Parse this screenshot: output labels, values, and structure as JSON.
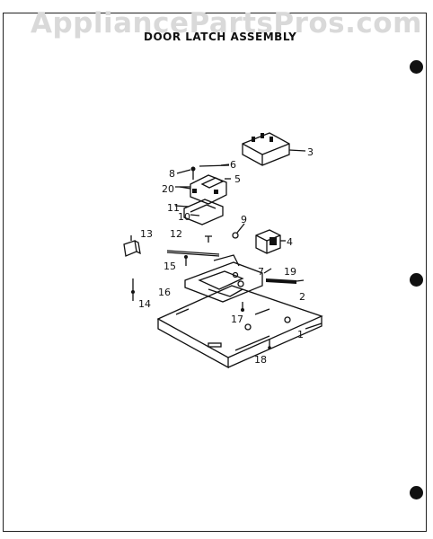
{
  "watermark": "AppliancePartsPros.com",
  "title": "DOOR LATCH ASSEMBLY",
  "callouts": [
    {
      "id": "c1",
      "text": "1"
    },
    {
      "id": "c2",
      "text": "2"
    },
    {
      "id": "c3",
      "text": "3"
    },
    {
      "id": "c4",
      "text": "4"
    },
    {
      "id": "c5",
      "text": "5"
    },
    {
      "id": "c6",
      "text": "6"
    },
    {
      "id": "c7",
      "text": "7"
    },
    {
      "id": "c8",
      "text": "8"
    },
    {
      "id": "c9",
      "text": "9"
    },
    {
      "id": "c10",
      "text": "10"
    },
    {
      "id": "c11",
      "text": "11"
    },
    {
      "id": "c12",
      "text": "12"
    },
    {
      "id": "c13",
      "text": "13"
    },
    {
      "id": "c14",
      "text": "14"
    },
    {
      "id": "c15",
      "text": "15"
    },
    {
      "id": "c16",
      "text": "16"
    },
    {
      "id": "c17",
      "text": "17"
    },
    {
      "id": "c18",
      "text": "18"
    },
    {
      "id": "c19",
      "text": "19"
    },
    {
      "id": "c20",
      "text": "20"
    }
  ]
}
